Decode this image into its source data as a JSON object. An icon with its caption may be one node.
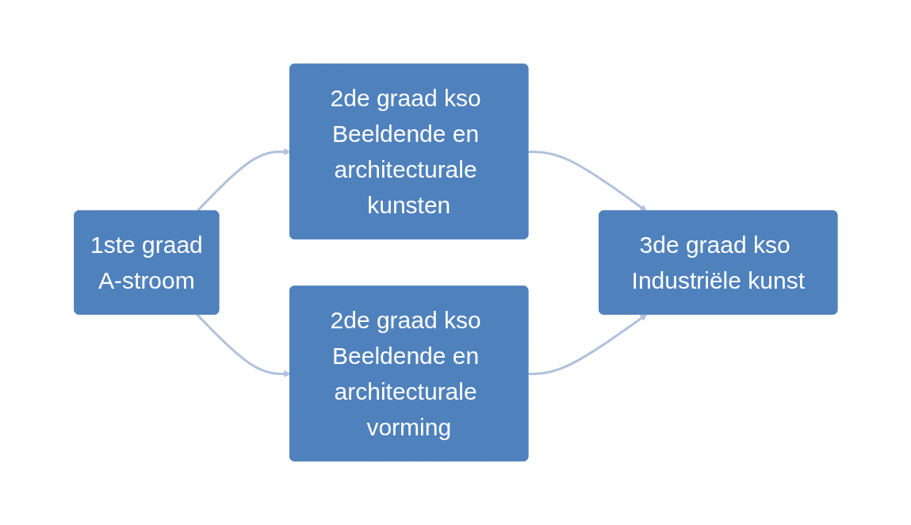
{
  "diagram": {
    "nodes": [
      {
        "text": [
          "1ste graad",
          "A-stroom"
        ]
      },
      {
        "text": [
          "2de graad kso Beeldende en architecturale kunsten"
        ]
      },
      {
        "text": [
          "2de graad kso Beeldende en architecturale vorming"
        ]
      },
      {
        "text": [
          "3de graad kso Industriële kunst"
        ]
      }
    ],
    "edges": [
      {
        "from": 0,
        "to": 1,
        "arrow": "to"
      },
      {
        "from": 0,
        "to": 2,
        "arrow": "to"
      },
      {
        "from": 1,
        "to": 3,
        "arrow": "to"
      },
      {
        "from": 2,
        "to": 3,
        "arrow": "to"
      }
    ]
  }
}
